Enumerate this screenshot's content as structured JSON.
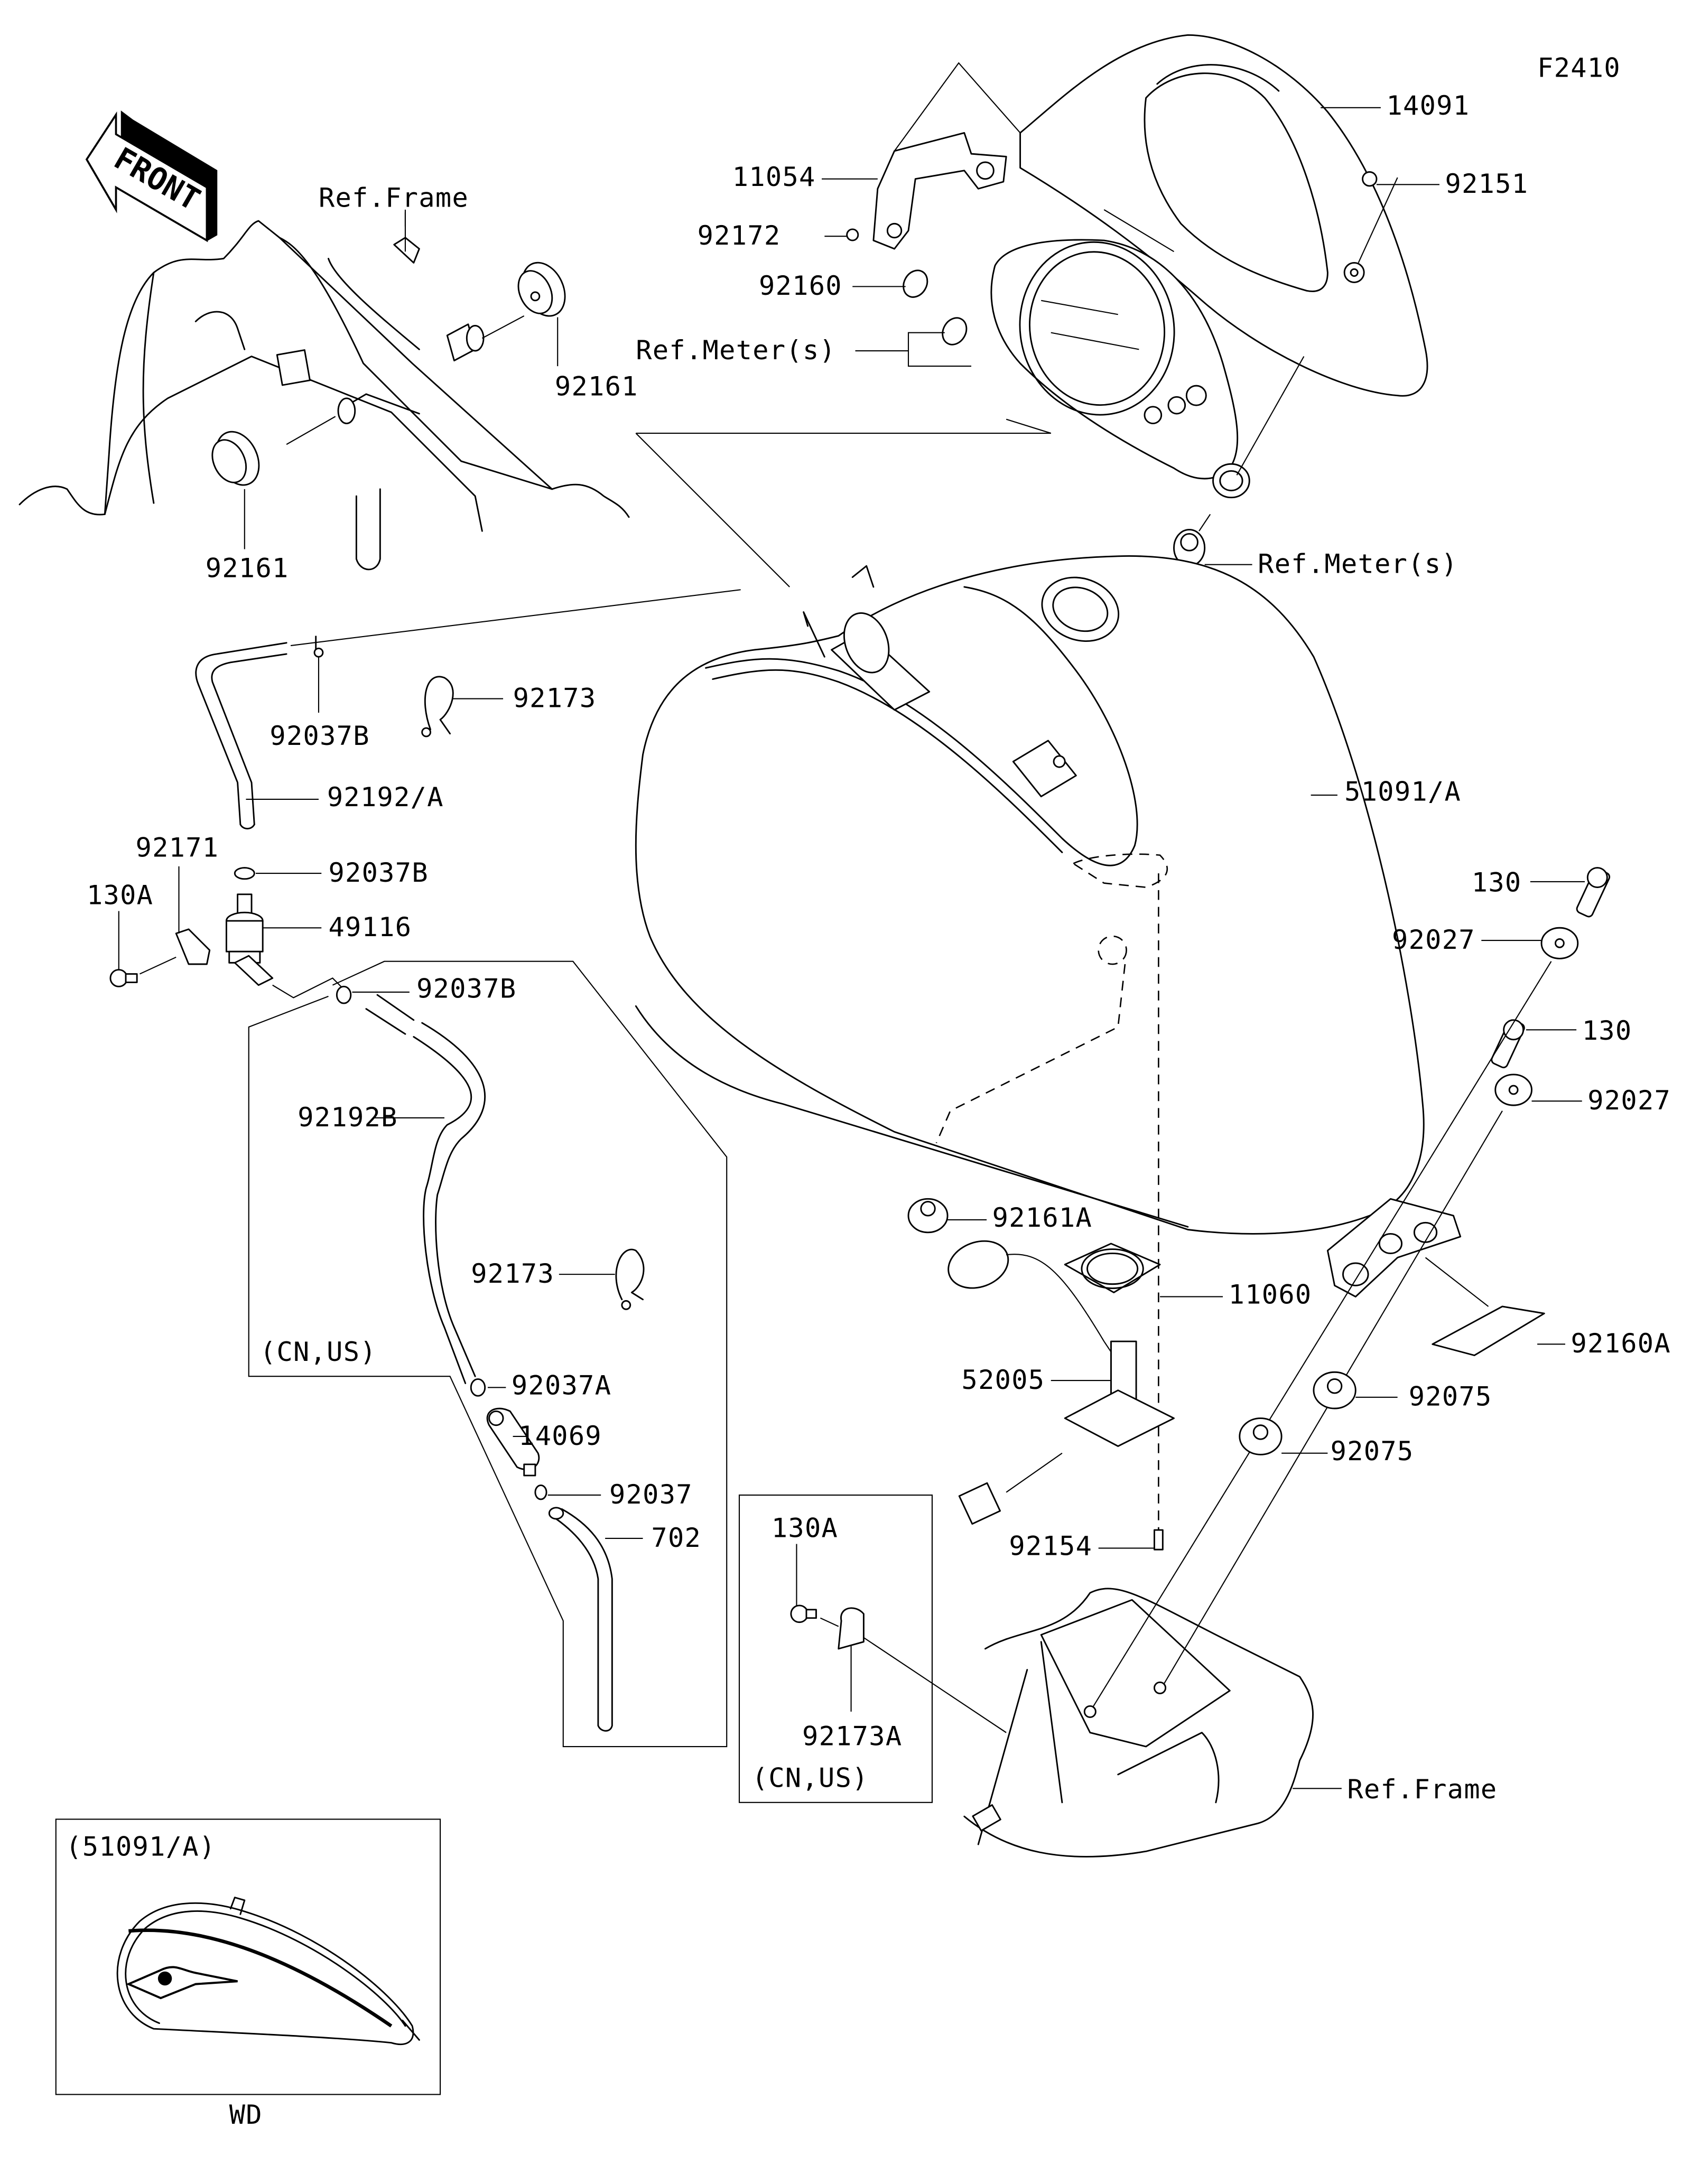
{
  "figure": {
    "code": "F2410",
    "orientation_label": "FRONT"
  },
  "callouts": {
    "ref_frame_top": "Ref.Frame",
    "ref_frame_bottom": "Ref.Frame",
    "ref_meter_1": "Ref.Meter(s)",
    "ref_meter_2": "Ref.Meter(s)",
    "p92161_a": "92161",
    "p92161_b": "92161",
    "p11054": "11054",
    "p92172": "92172",
    "p92160": "92160",
    "p14091": "14091",
    "p92151": "92151",
    "p92037B_1": "92037B",
    "p92037B_2": "92037B",
    "p92037B_3": "92037B",
    "p92173_1": "92173",
    "p92173_2": "92173",
    "p92192A": "92192/A",
    "p92171": "92171",
    "p130A_1": "130A",
    "p130A_2": "130A",
    "p49116": "49116",
    "p92192B": "92192B",
    "p92037A": "92037A",
    "p14069": "14069",
    "p92037": "92037",
    "p702": "702",
    "p92173A": "92173A",
    "p51091A": "51091/A",
    "p130_1": "130",
    "p130_2": "130",
    "p92027_1": "92027",
    "p92027_2": "92027",
    "p92161A": "92161A",
    "p11060": "11060",
    "p92160A": "92160A",
    "p52005": "52005",
    "p92075_1": "92075",
    "p92075_2": "92075",
    "p92154": "92154"
  },
  "region_notes": {
    "hose_group": "(CN,US)",
    "clamp_group": "(CN,US)"
  },
  "inset": {
    "title": "(51091/A)",
    "caption": "WD"
  }
}
